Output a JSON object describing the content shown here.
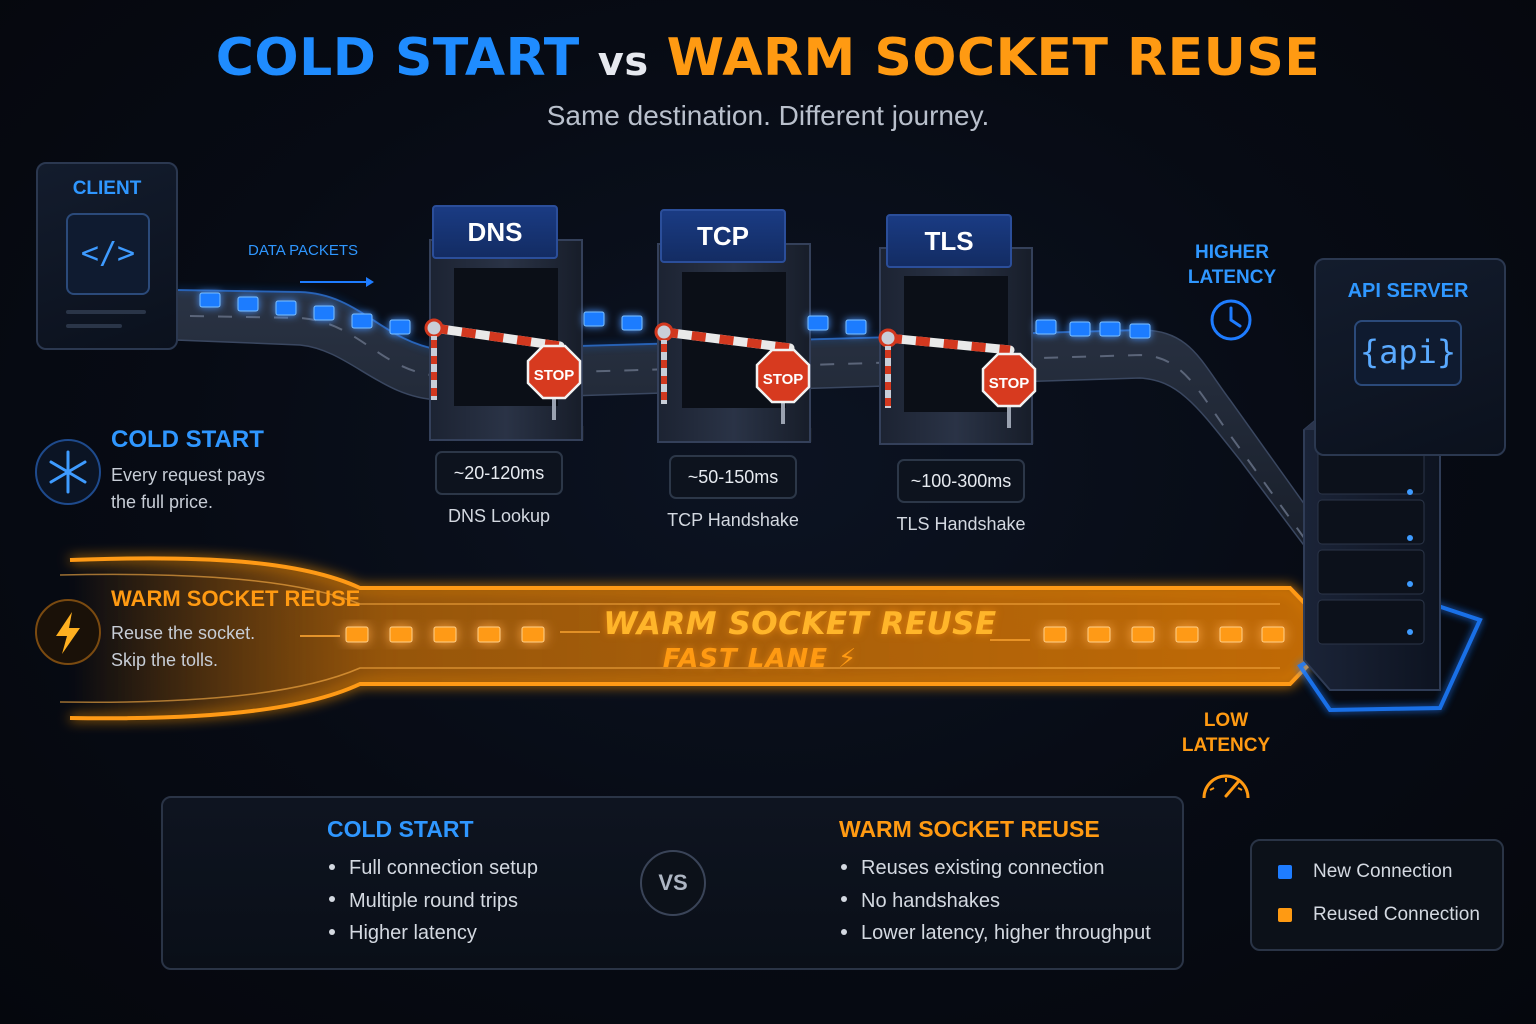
{
  "title": {
    "cold": "COLD START",
    "vs": "vs",
    "warm": "WARM SOCKET REUSE"
  },
  "subtitle": "Same destination. Different journey.",
  "client": {
    "label": "CLIENT",
    "icon": "</>"
  },
  "packets_label": "DATA PACKETS",
  "gates": [
    {
      "sign": "DNS",
      "stop": "STOP",
      "timing": "~20-120ms",
      "name": "DNS Lookup"
    },
    {
      "sign": "TCP",
      "stop": "STOP",
      "timing": "~50-150ms",
      "name": "TCP Handshake"
    },
    {
      "sign": "TLS",
      "stop": "STOP",
      "timing": "~100-300ms",
      "name": "TLS Handshake"
    }
  ],
  "latency_high": [
    "HIGHER",
    "LATENCY"
  ],
  "latency_low": [
    "LOW",
    "LATENCY"
  ],
  "api": {
    "label": "API SERVER",
    "icon": "{api}"
  },
  "side_cold": {
    "title": "COLD START",
    "lines": [
      "Every request pays",
      "the full price."
    ]
  },
  "side_warm": {
    "title": "WARM SOCKET REUSE",
    "lines": [
      "Reuse the socket.",
      "Skip the tolls."
    ]
  },
  "fast_lane": {
    "title": "WARM SOCKET REUSE",
    "subtitle": "FAST LANE ⚡"
  },
  "comparison": {
    "vs": "VS",
    "cold": {
      "title": "COLD START",
      "items": [
        "Full connection setup",
        "Multiple round trips",
        "Higher latency"
      ]
    },
    "warm": {
      "title": "WARM SOCKET REUSE",
      "items": [
        "Reuses existing connection",
        "No handshakes",
        "Lower latency, higher throughput"
      ]
    }
  },
  "legend": {
    "items": [
      {
        "label": "New Connection",
        "color": "#1e7cff"
      },
      {
        "label": "Reused Connection",
        "color": "#ff9a12"
      }
    ]
  },
  "colors": {
    "cold_accent": "#1f8cff",
    "warm_accent": "#ff9a12",
    "background": "#070b14"
  },
  "icons": {
    "client": "code-icon",
    "side_cold": "snowflake-icon",
    "side_warm": "lightning-icon",
    "latency_high": "clock-icon",
    "latency_low": "speedometer-icon",
    "bottom_cold": "snowflake-icon",
    "bottom_warm": "lightning-icon"
  }
}
